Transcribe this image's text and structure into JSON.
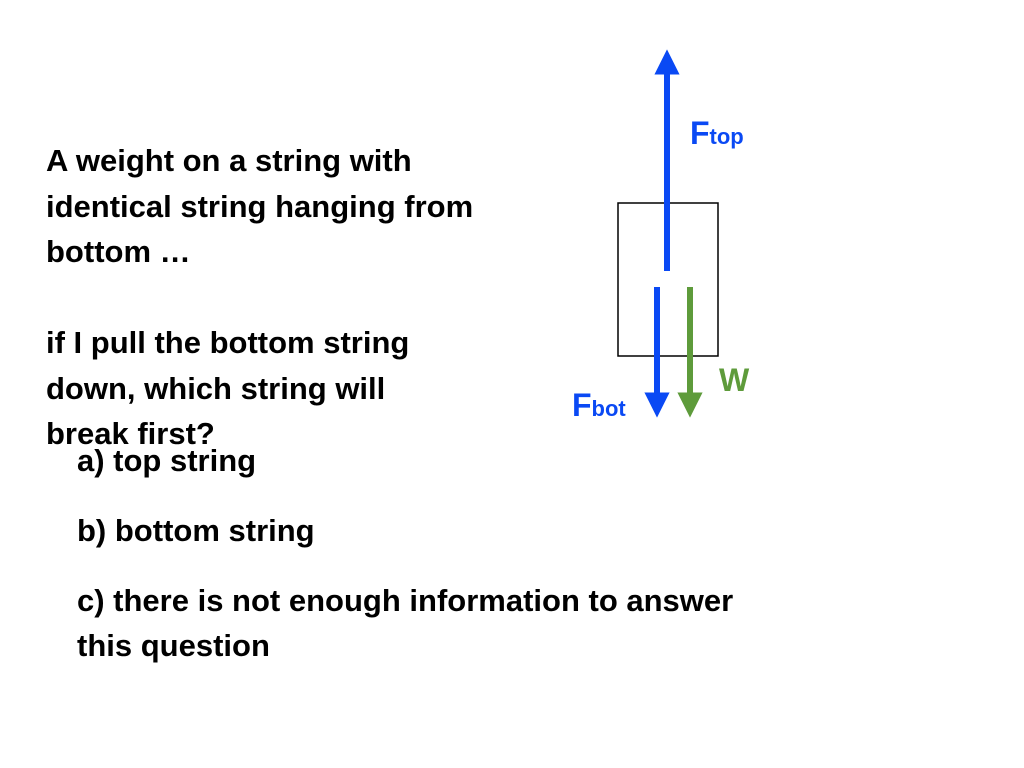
{
  "question": {
    "line1": "A weight on a string with",
    "line2": "identical string hanging from",
    "line3": "bottom …",
    "line4": "if I pull the bottom string",
    "line5": "down, which string will",
    "line6": "break first?"
  },
  "answers": [
    {
      "label": "a) top string"
    },
    {
      "label": "b) bottom string"
    },
    {
      "label": "c) there is not enough information to answer",
      "label2": "this question"
    }
  ],
  "diagram": {
    "top_force": {
      "main": "F",
      "sub": "top"
    },
    "bottom_force": {
      "main": "F",
      "sub": "bot"
    },
    "weight": "W",
    "colors": {
      "tension": "#0a49f4",
      "weight": "#5e9b3b",
      "box": "#000000"
    }
  }
}
